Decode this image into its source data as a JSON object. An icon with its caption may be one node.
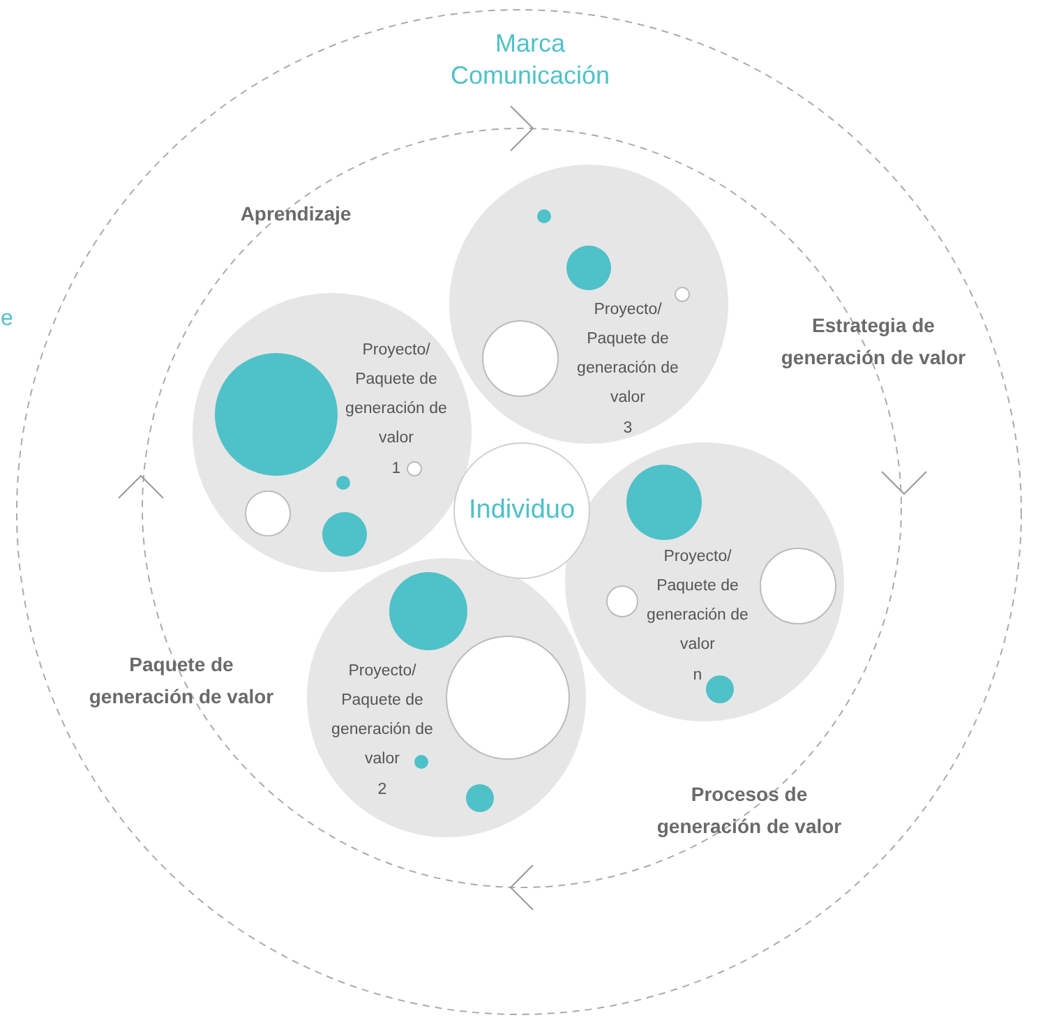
{
  "diagram": {
    "nodes": [
      {
        "text": [
          "Proyecto/ Paquete de generación de valor",
          "3"
        ]
      },
      {
        "text": [
          "Proyecto/ Paquete de generación de valor",
          "1"
        ]
      },
      {
        "text": [
          "Individuo"
        ]
      },
      {
        "text": [
          "Proyecto/ Paquete de generación de valor",
          "n"
        ]
      },
      {
        "text": [
          "Proyecto/ Paquete de generación de valor",
          "2"
        ]
      }
    ],
    "labels": [
      "Marca",
      "Comunicación",
      "e",
      "Aprendizaje",
      "Estrategia de generación de valor",
      "Paquete de generación de valor",
      "Procesos de generación de valor"
    ]
  }
}
